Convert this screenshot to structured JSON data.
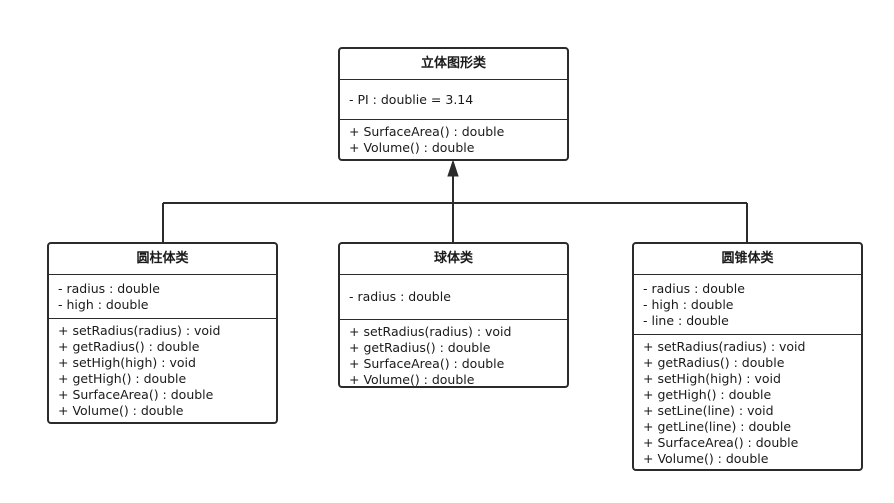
{
  "diagram": {
    "classes": {
      "shape": {
        "name": "立体图形类",
        "attributes": [
          "- PI : doublie = 3.14"
        ],
        "methods": [
          "+ SurfaceArea() : double",
          "+ Volume() : double"
        ]
      },
      "cylinder": {
        "name": "圆柱体类",
        "attributes": [
          "- radius : double",
          "- high : double"
        ],
        "methods": [
          "+ setRadius(radius) : void",
          "+ getRadius() : double",
          "+ setHigh(high) : void",
          "+ getHigh() : double",
          "+ SurfaceArea() : double",
          "+ Volume() : double"
        ]
      },
      "sphere": {
        "name": "球体类",
        "attributes": [
          "- radius : double"
        ],
        "methods": [
          "+ setRadius(radius) : void",
          "+ getRadius() : double",
          "+ SurfaceArea() : double",
          "+ Volume() : double"
        ]
      },
      "cone": {
        "name": "圆锥体类",
        "attributes": [
          "- radius : double",
          "- high : double",
          "- line : double"
        ],
        "methods": [
          "+ setRadius(radius) : void",
          "+ getRadius() : double",
          "+ setHigh(high) : void",
          "+ getHigh() : double",
          "+ setLine(line) : void",
          "+ getLine(line) : double",
          "+ SurfaceArea() : double",
          "+ Volume() : double"
        ]
      }
    },
    "relations": [
      {
        "type": "generalization",
        "from": "cylinder",
        "to": "shape"
      },
      {
        "type": "generalization",
        "from": "sphere",
        "to": "shape"
      },
      {
        "type": "generalization",
        "from": "cone",
        "to": "shape"
      }
    ],
    "colors": {
      "stroke": "#2b2b2b",
      "background": "#ffffff"
    }
  }
}
